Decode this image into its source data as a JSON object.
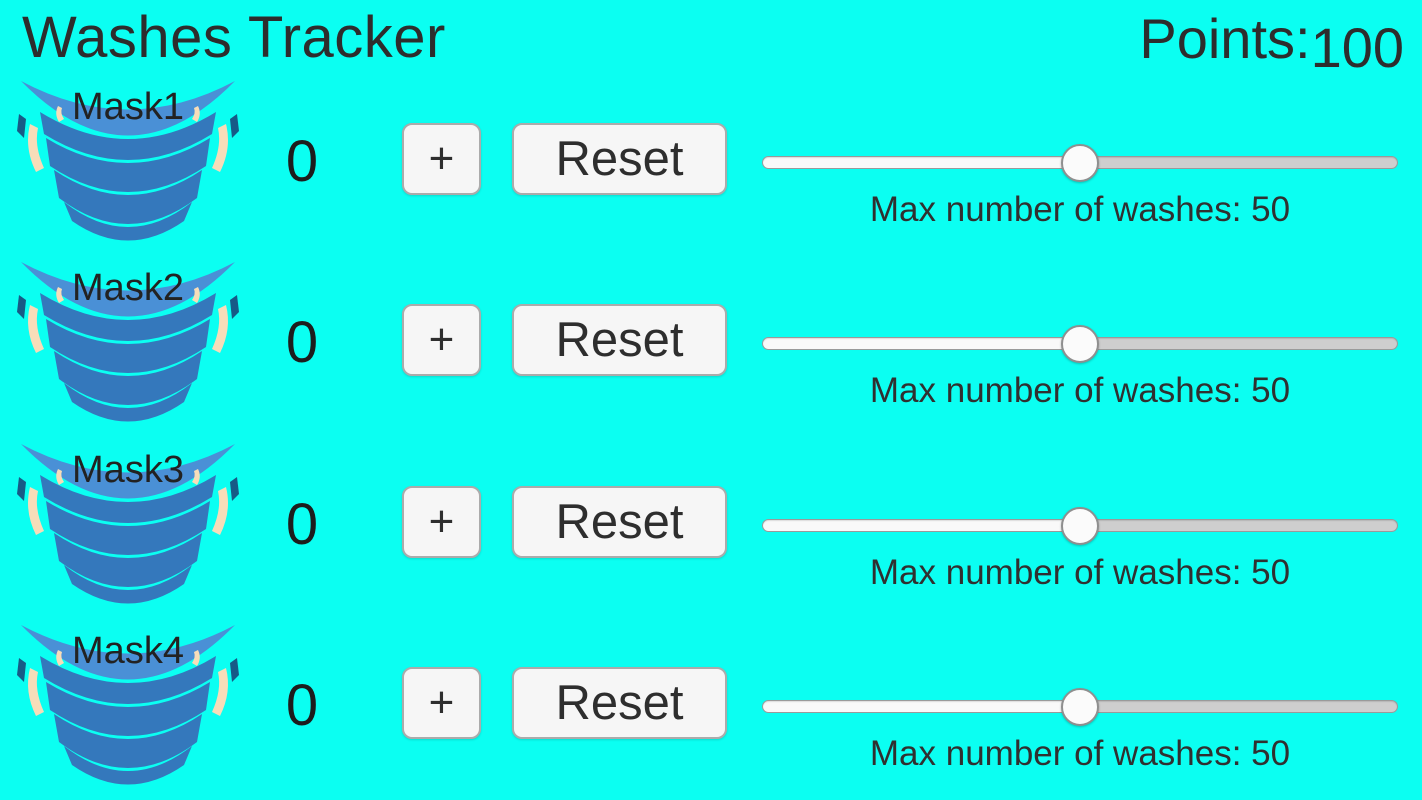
{
  "header": {
    "title": "Washes Tracker",
    "points_label": "Points:",
    "points_value": "100"
  },
  "rows": [
    {
      "mask_label": "Mask1",
      "count": "0",
      "plus": "+",
      "reset": "Reset",
      "slider_percent": 50,
      "caption": "Max number of washes: 50"
    },
    {
      "mask_label": "Mask2",
      "count": "0",
      "plus": "+",
      "reset": "Reset",
      "slider_percent": 50,
      "caption": "Max number of washes: 50"
    },
    {
      "mask_label": "Mask3",
      "count": "0",
      "plus": "+",
      "reset": "Reset",
      "slider_percent": 50,
      "caption": "Max number of washes: 50"
    },
    {
      "mask_label": "Mask4",
      "count": "0",
      "plus": "+",
      "reset": "Reset",
      "slider_percent": 50,
      "caption": "Max number of washes: 50"
    }
  ],
  "colors": {
    "background": "#0bfff2",
    "mask_body_blue": "#3478bc",
    "mask_arc_blue": "#4a90d6",
    "mask_strap_peach": "#f7ddb9",
    "mask_edge_navy": "#175a86",
    "text_dark": "#2d2d2d",
    "button_face": "#f6f6f6",
    "slider_track_left": "#f9f9f9",
    "slider_track_right": "#cecece"
  }
}
